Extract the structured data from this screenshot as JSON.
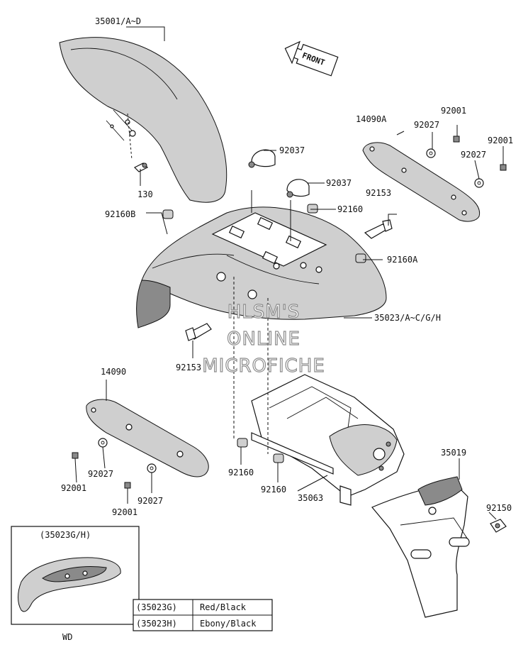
{
  "diagram": {
    "labels": {
      "p35001": "35001/A~D",
      "p130": "130",
      "p92160B": "92160B",
      "p92037a": "92037",
      "p92037b": "92037",
      "p14090A": "14090A",
      "p92001a": "92001",
      "p92027a": "92027",
      "p92001b": "92001",
      "p92027b": "92027",
      "p92153a": "92153",
      "p92160": "92160",
      "p92160A": "92160A",
      "p35023": "35023/A~C/G/H",
      "p92153b": "92153",
      "p14090": "14090",
      "p92027c": "92027",
      "p92001c": "92001",
      "p92027d": "92027",
      "p92001d": "92001",
      "p92160c": "92160",
      "p92160d": "92160",
      "p35063": "35063",
      "p35019": "35019",
      "p92150": "92150"
    },
    "front_arrow": "FRONT",
    "watermark": [
      "HLSM'S",
      "ONLINE",
      "MICROFICHE"
    ],
    "inset": {
      "title": "(35023G/H)",
      "caption": "WD"
    },
    "color_table": [
      {
        "code": "(35023G)",
        "color": "Red/Black"
      },
      {
        "code": "(35023H)",
        "color": "Ebony/Black"
      }
    ]
  }
}
